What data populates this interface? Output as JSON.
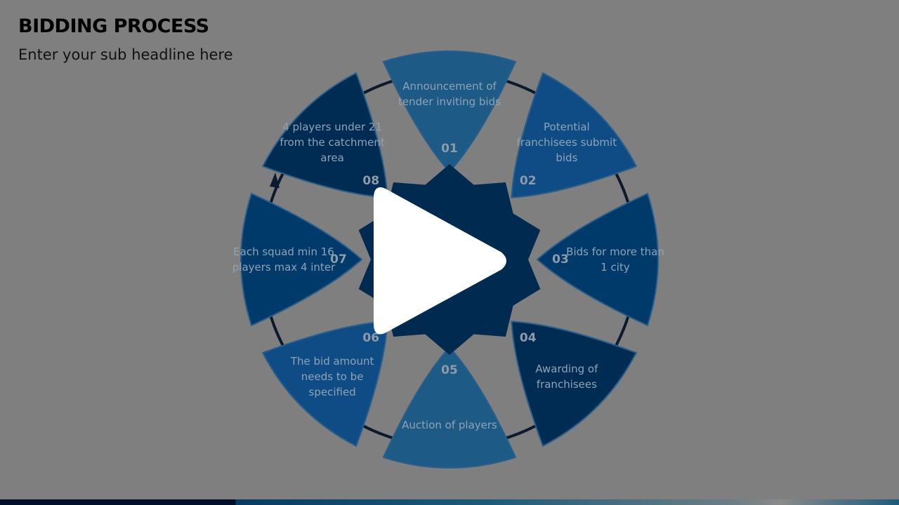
{
  "slide": {
    "title": "BIDDING PROCESS",
    "subtitle": "Enter your sub headline here"
  },
  "steps": [
    {
      "number": "01",
      "text": "Announcement of tender inviting bids",
      "color": "#1d5a85"
    },
    {
      "number": "02",
      "text": "Potential franchisees submit bids",
      "color": "#0f4c85"
    },
    {
      "number": "03",
      "text": "Bids for more than 1 city",
      "color": "#003a6b"
    },
    {
      "number": "04",
      "text": "Awarding of franchisees",
      "color": "#002b52"
    },
    {
      "number": "05",
      "text": "Auction of players",
      "color": "#1d5a85"
    },
    {
      "number": "06",
      "text": "The bid amount needs to be specified",
      "color": "#0f4c85"
    },
    {
      "number": "07",
      "text": "Each squad min 16 players max 4 inter",
      "color": "#003a6b"
    },
    {
      "number": "08",
      "text": "4 players under 21 from the catchment area",
      "color": "#002b52"
    }
  ],
  "center_color": "#002a4f",
  "overlay": {
    "play_icon": "play-icon"
  }
}
